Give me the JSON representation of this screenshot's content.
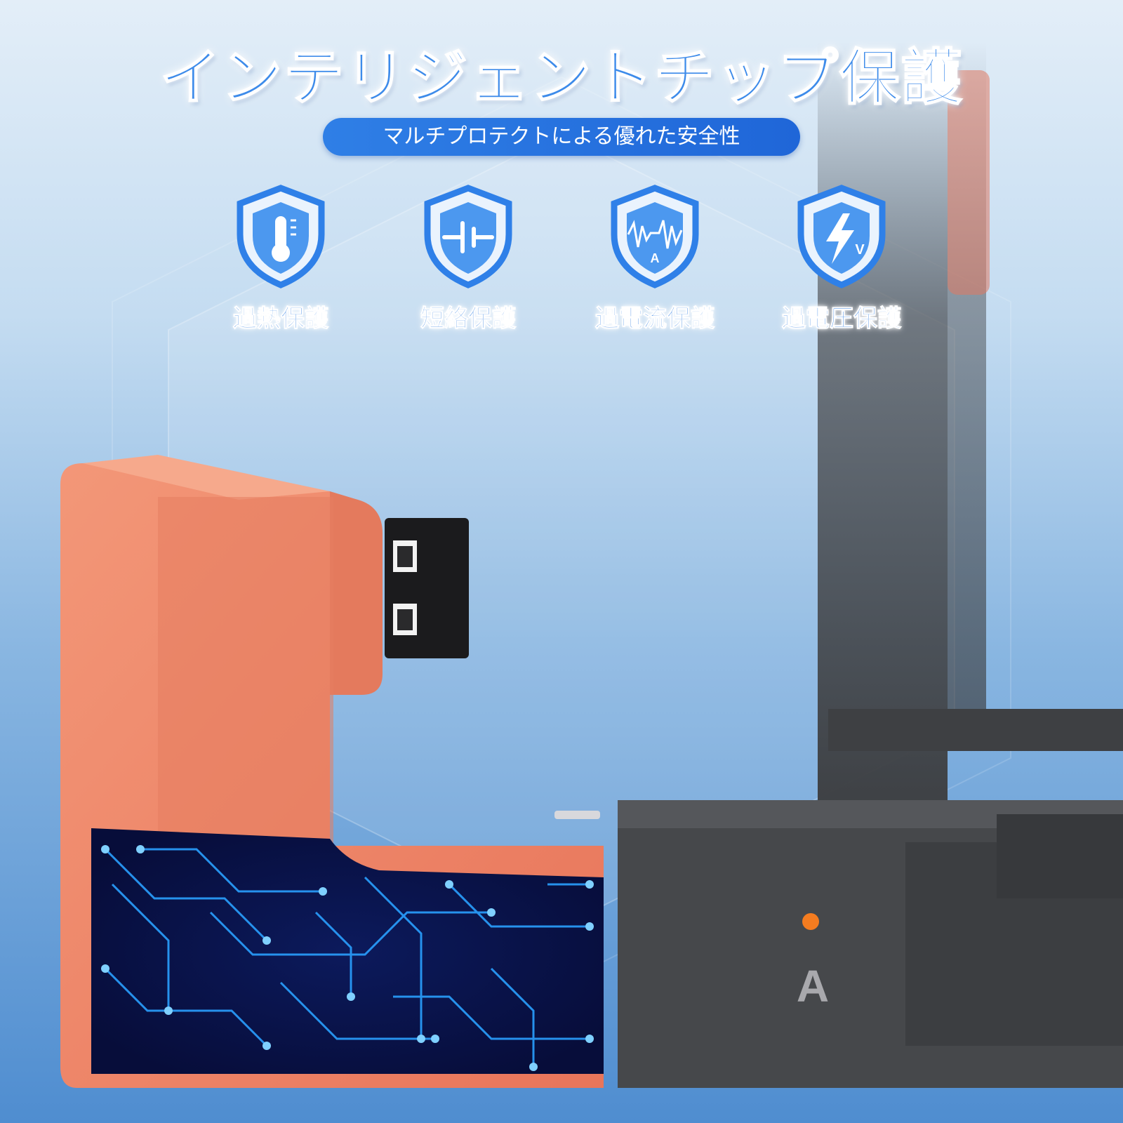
{
  "title": "インテリジェントチップ保護",
  "subtitle": "マルチプロテクトによる優れた安全性",
  "features": [
    {
      "label": "過熱保護",
      "icon": "thermometer-shield-icon"
    },
    {
      "label": "短絡保護",
      "icon": "capacitor-shield-icon"
    },
    {
      "label": "過電流保護",
      "icon": "current-wave-shield-icon"
    },
    {
      "label": "過電圧保護",
      "icon": "voltage-bolt-shield-icon"
    }
  ],
  "product": {
    "port_letter": "A",
    "accent_color": "#ef8a6a",
    "body_color": "#444649",
    "led_color": "#f47c20"
  },
  "colors": {
    "brand_blue": "#3d8bea",
    "pill_blue": "#2573df"
  }
}
